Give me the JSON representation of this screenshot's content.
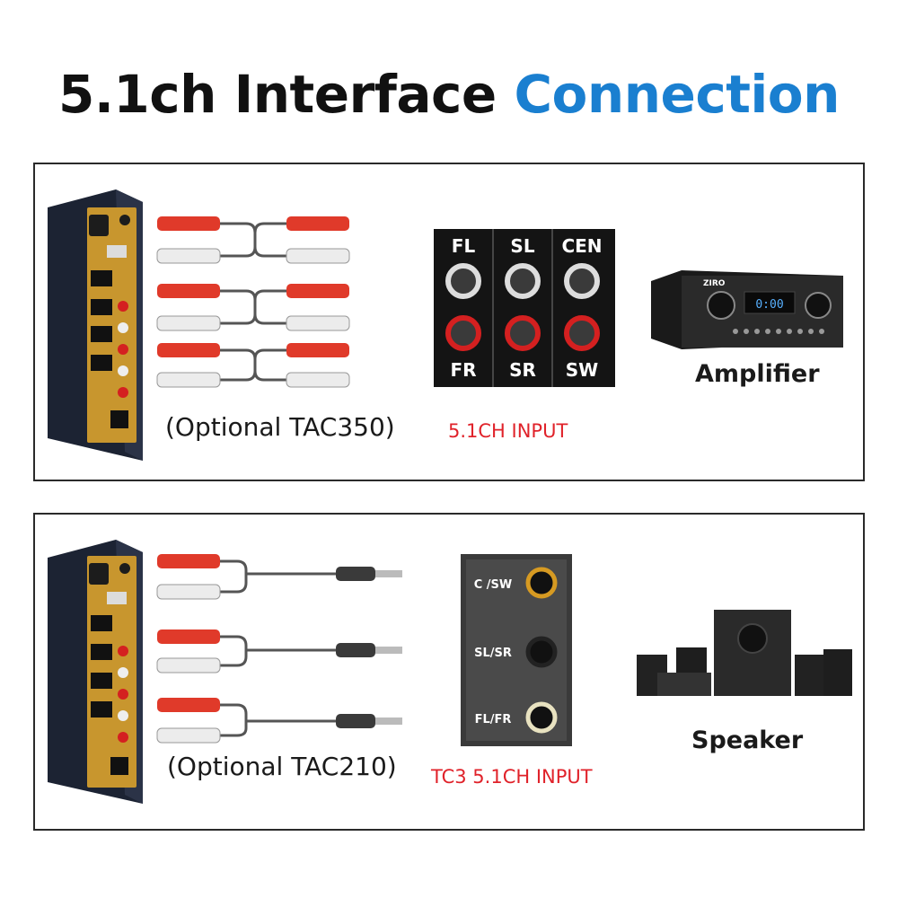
{
  "title": {
    "part1": "5.1ch Interface",
    "part2": "Connection"
  },
  "panel1": {
    "cable_caption": "(Optional TAC350)",
    "jack_labels": [
      "FL",
      "SL",
      "CEN",
      "FR",
      "SR",
      "SW"
    ],
    "input_caption": "5.1CH INPUT",
    "device_label": "Amplifier",
    "amp_brand": "ZIRO",
    "amp_display": "0:00"
  },
  "panel2": {
    "cable_caption": "(Optional TAC210)",
    "jack_labels": [
      "C /SW",
      "SL/SR",
      "FL/FR"
    ],
    "input_caption": "TC3 5.1CH INPUT",
    "device_label": "Speaker"
  },
  "colors": {
    "title_blue": "#1a7fd0",
    "caption_red": "#e0222a",
    "plug_red": "#e03a2a",
    "gold": "#c8962e",
    "device_body": "#1c2333"
  }
}
